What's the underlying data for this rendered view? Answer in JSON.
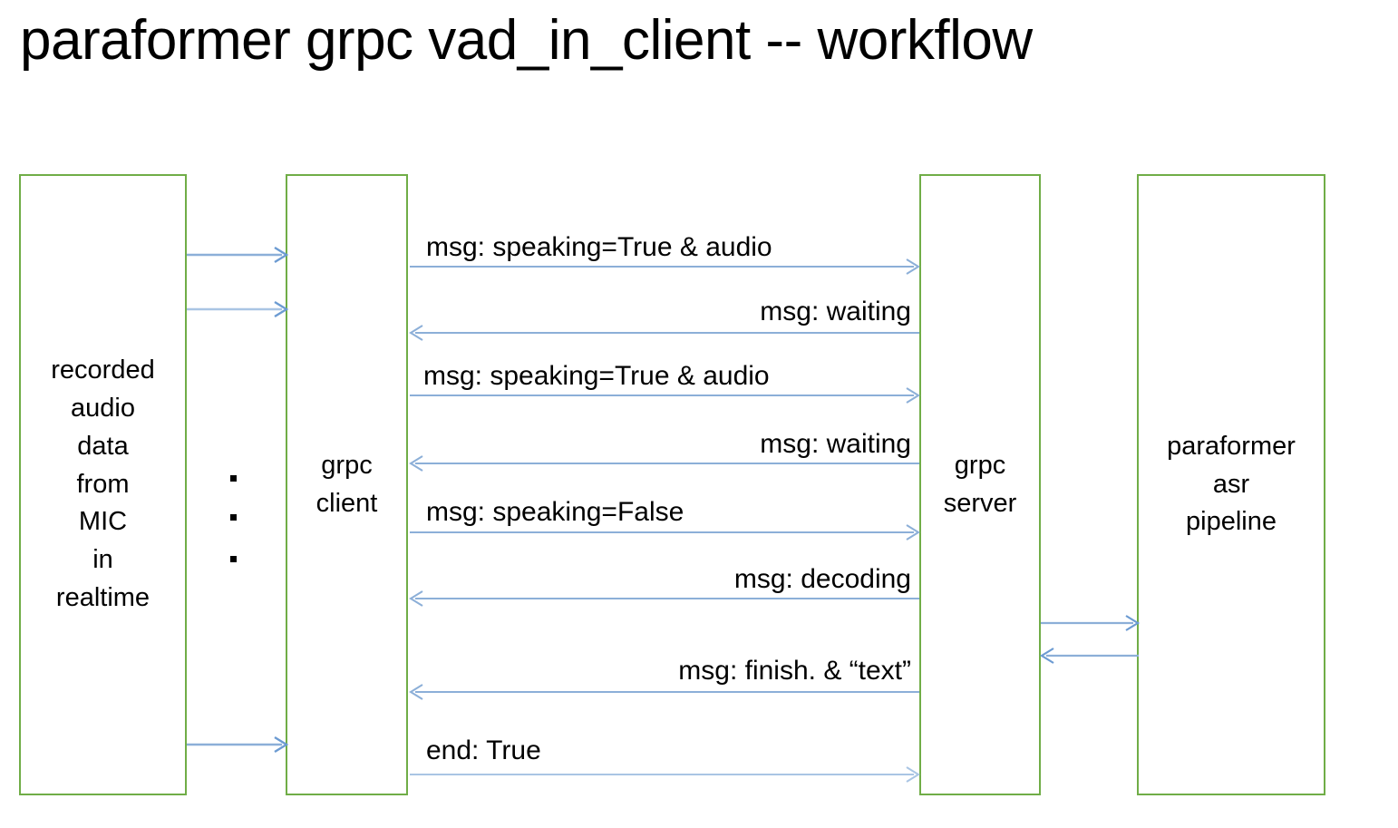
{
  "title": "paraformer grpc vad_in_client -- workflow",
  "colors": {
    "box_border": "#70AD47",
    "arrow": "#8CAFD8",
    "text": "#000000",
    "background": "#ffffff"
  },
  "participants": [
    {
      "id": "audio-source",
      "label": "recorded\naudio\ndata\nfrom\nMIC\nin\nrealtime"
    },
    {
      "id": "grpc-client",
      "label": "grpc\nclient"
    },
    {
      "id": "grpc-server",
      "label": "grpc\nserver"
    },
    {
      "id": "asr-pipeline",
      "label": "paraformer\nasr\npipeline"
    }
  ],
  "continuation": {
    "glyph": "vertical-ellipsis",
    "dots": 3
  },
  "messages": [
    {
      "id": "m1",
      "label": "msg: speaking=True & audio",
      "from": "grpc-client",
      "to": "grpc-server",
      "direction": "right",
      "align": "left"
    },
    {
      "id": "m2",
      "label": "msg: waiting",
      "from": "grpc-server",
      "to": "grpc-client",
      "direction": "left",
      "align": "right"
    },
    {
      "id": "m3",
      "label": "msg: speaking=True & audio",
      "from": "grpc-client",
      "to": "grpc-server",
      "direction": "right",
      "align": "left"
    },
    {
      "id": "m4",
      "label": "msg: waiting",
      "from": "grpc-server",
      "to": "grpc-client",
      "direction": "left",
      "align": "right"
    },
    {
      "id": "m5",
      "label": "msg: speaking=False",
      "from": "grpc-client",
      "to": "grpc-server",
      "direction": "right",
      "align": "left"
    },
    {
      "id": "m6",
      "label": "msg: decoding",
      "from": "grpc-server",
      "to": "grpc-client",
      "direction": "left",
      "align": "right"
    },
    {
      "id": "m7",
      "label": "msg: finish. & “text”",
      "from": "grpc-server",
      "to": "grpc-client",
      "direction": "left",
      "align": "right"
    },
    {
      "id": "m8",
      "label": "end: True",
      "from": "grpc-client",
      "to": "grpc-server",
      "direction": "right",
      "align": "left"
    }
  ],
  "feed_arrows": [
    {
      "id": "f1",
      "from": "audio-source",
      "to": "grpc-client",
      "direction": "right",
      "label": ""
    },
    {
      "id": "f2",
      "from": "audio-source",
      "to": "grpc-client",
      "direction": "right",
      "label": ""
    },
    {
      "id": "f3",
      "from": "audio-source",
      "to": "grpc-client",
      "direction": "right",
      "label": ""
    }
  ],
  "pipeline_arrows": [
    {
      "id": "p1",
      "from": "grpc-server",
      "to": "asr-pipeline",
      "direction": "right",
      "label": ""
    },
    {
      "id": "p2",
      "from": "asr-pipeline",
      "to": "grpc-server",
      "direction": "left",
      "label": ""
    }
  ]
}
